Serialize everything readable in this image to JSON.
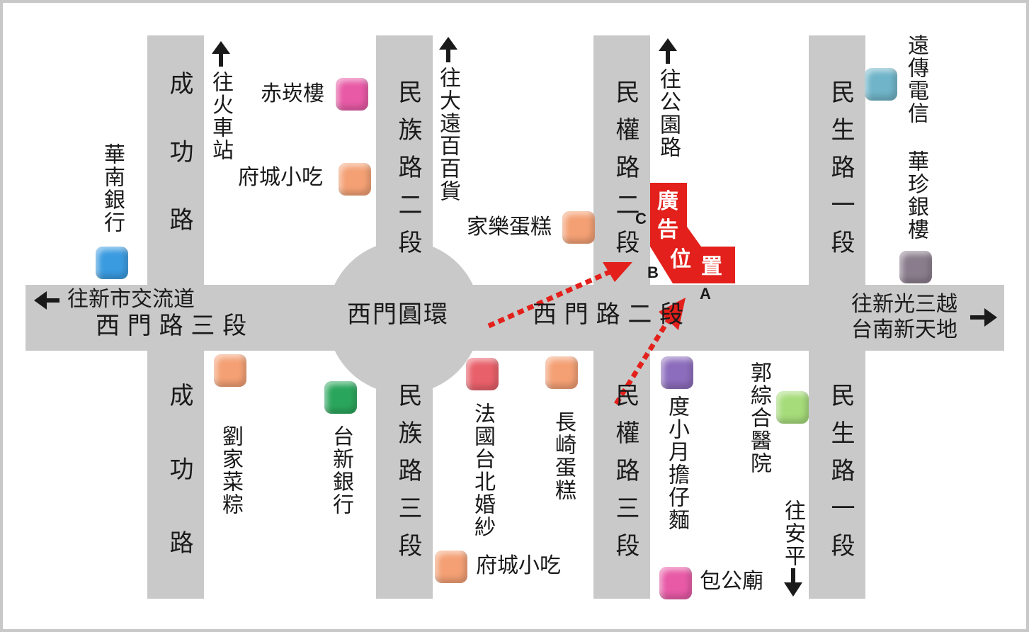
{
  "roads": {
    "chenggong_top": "成功路",
    "chenggong_bottom": "成功路",
    "minzu_2": "民族路二段",
    "minzu_3": "民族路三段",
    "minquan_2": "民權路二段",
    "minquan_3": "民權路三段",
    "minsheng_1_top": "民生路一段",
    "minsheng_1_bottom": "民生路一段",
    "ximen_3": "西 門 路 三 段",
    "ximen_2": "西 門 路 二 段",
    "roundabout": "西門圓環"
  },
  "directions": {
    "train_station": "往火車站",
    "far_eastern": "往大遠百百貨",
    "park_road": "往公園路",
    "xinshi": "往新市交流道",
    "shin_kong": "往新光三越",
    "new_world": "台南新天地",
    "anping": "往安平"
  },
  "pois": {
    "chitan_lou": "赤崁樓",
    "fucheng_top": "府城小吃",
    "jiale_cake": "家樂蛋糕",
    "hua_nan_bank": "華南銀行",
    "fareastone": "遠傳電信",
    "huazhen_lou": "華珍銀樓",
    "liujia_zong": "劉家菜粽",
    "taishin_bank": "台新銀行",
    "french_wedding": "法國台北婚紗",
    "nagasaki_cake": "長崎蛋糕",
    "duxiaoyue": "度小月擔仔麵",
    "guo_hospital": "郭綜合醫院",
    "fucheng_bottom": "府城小吃",
    "bao_gong_temple": "包公廟"
  },
  "ad": {
    "line1": "廣",
    "line2": "告",
    "line3": "位",
    "line4": "置"
  },
  "labels": {
    "a": "A",
    "b": "B",
    "c": "C"
  },
  "colors": {
    "road": "#c9c9c9",
    "ad_red": "#e3201b",
    "marker_pink": "#e85aa6",
    "marker_orange": "#f4a074",
    "marker_blue": "#3a9be0",
    "marker_teal": "#6fb4c8",
    "marker_gray": "#8a7c8c",
    "marker_green": "#2aa65c",
    "marker_red": "#e8606a",
    "marker_purple": "#8c6cbc",
    "marker_lime": "#a6dc7a"
  }
}
